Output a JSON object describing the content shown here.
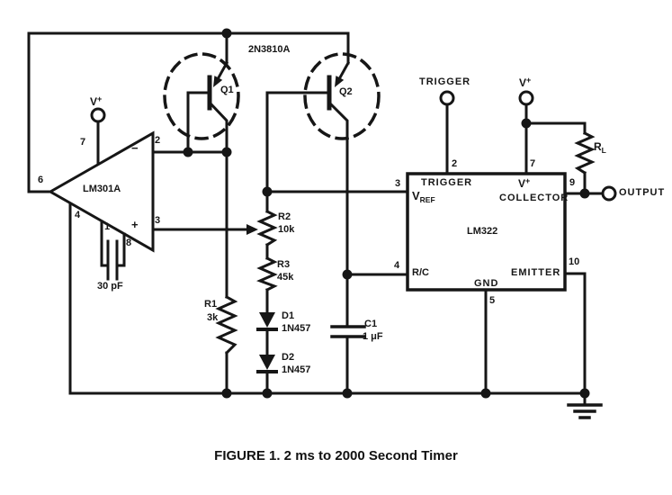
{
  "figure_caption": "FIGURE 1. 2 ms to 2000 Second Timer",
  "power": {
    "v_main": "V",
    "v_sup": "+"
  },
  "terminals": {
    "trigger": "TRIGGER",
    "output": "OUTPUT"
  },
  "transistors": {
    "part_number": "2N3810A",
    "q1_ref": "Q1",
    "q2_ref": "Q2"
  },
  "opamp": {
    "part_number": "LM301A",
    "pin7": "7",
    "pin2": "2",
    "pin6": "6",
    "pin4": "4",
    "pin1": "1",
    "pin8": "8",
    "pin3": "3",
    "inverting_sign": "−",
    "noninverting_sign": "+",
    "comp_cap_value": "30 pF"
  },
  "timer": {
    "part_number": "LM322",
    "pins": {
      "trigger": {
        "number": "2",
        "label": "TRIGGER"
      },
      "vplus": {
        "number": "7"
      },
      "vref": {
        "number": "3",
        "label_main": "V",
        "label_sub": "REF"
      },
      "collector": {
        "number": "9",
        "label": "COLLECTOR"
      },
      "rc": {
        "number": "4",
        "label": "R/C"
      },
      "emitter": {
        "number": "10",
        "label": "EMITTER"
      },
      "gnd": {
        "number": "5",
        "label": "GND"
      }
    }
  },
  "components": {
    "r1": {
      "ref": "R1",
      "value": "3k"
    },
    "r2": {
      "ref": "R2",
      "value": "10k"
    },
    "r3": {
      "ref": "R3",
      "value": "45k"
    },
    "rl": {
      "ref_main": "R",
      "ref_sub": "L"
    },
    "d1": {
      "ref": "D1",
      "value": "1N457"
    },
    "d2": {
      "ref": "D2",
      "value": "1N457"
    },
    "c1": {
      "ref": "C1",
      "value": "1 μF"
    }
  }
}
